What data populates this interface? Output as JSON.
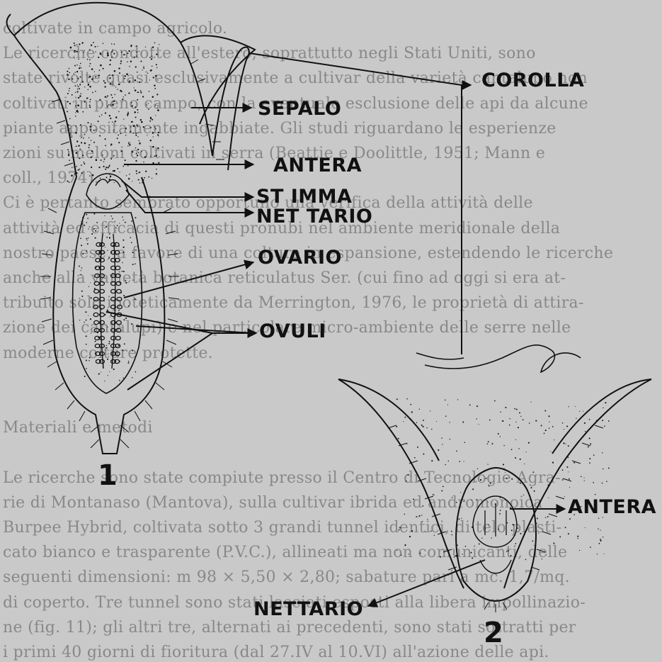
{
  "labels": {
    "corolla": "COROLLA",
    "sepalo": "SEPALO",
    "antera_1": "ANTERA",
    "stimma": "ST IMMA",
    "nettario_1": "NET TARIO",
    "ovario": "OVARIO",
    "ovuli": "OVULI",
    "antera_2": "ANTERA",
    "nettario_2": "NETTARIO"
  },
  "figure_numbers": {
    "fig1": "1",
    "fig2": "2"
  },
  "background_text": [
    "coltivate in campo agricolo.",
    "Le ricerche condotte all'estero, soprattutto negli Stati Uniti, sono",
    "state rivolte quasi esclusivamente a cultivar della varietà cantalupo non",
    "coltivati in pieno campo, con la eventuale esclusione delle api da alcune",
    "piante appositamente ingabbiate. Gli studi riguardano le esperienze",
    "zioni su meloni coltivati in serra (Beattie e Doolittle, 1951; Mann e",
    "coll., 1974).",
    "Ci è pertanto sembrato opportuno una verifica della attività delle",
    "attività ed efficacia di questi pronubi nel ambiente meridionale della",
    "nostro paese, a favore di una coltura in espansione, estendendo le ricerche",
    "anche alla varietà botanica reticulatus Ser. (cui fino ad oggi si era at-",
    "tribuito solo ipoteticamente da Merrington, 1976, le proprietà di attira-",
    "zione dei cantalupi) e nel particolare micro-ambiente delle serre nelle",
    "moderne colture protette.",
    "",
    "",
    "Materiali e metodi",
    "",
    "Le ricerche sono state compiute presso il Centro di Tecnologie Agra-",
    "rie di Montanaso (Mantova), sulla cultivar ibrida ed andromonoica",
    "Burpee Hybrid, coltivata sotto 3 grandi tunnel identici, di telo plasti-",
    "cato bianco e trasparente (P.V.C.), allineati ma non comunicanti, delle",
    "seguenti dimensioni: m 98 × 5,50 × 2,80; sabature pari a mc. 1,7/mq.",
    "di coperto. Tre tunnel sono stati lasciati esposti alla libera impollinazio-",
    "ne (fig. 11); gli altri tre, alternati ai precedenti, sono stati sottratti per",
    "i primi 40 giorni di fioritura (dal 27.IV al 10.VI) all'azione delle api."
  ],
  "colors": {
    "paper": "#c9c9c9",
    "ink": "#111111",
    "background_text": "#2f2f2f"
  }
}
